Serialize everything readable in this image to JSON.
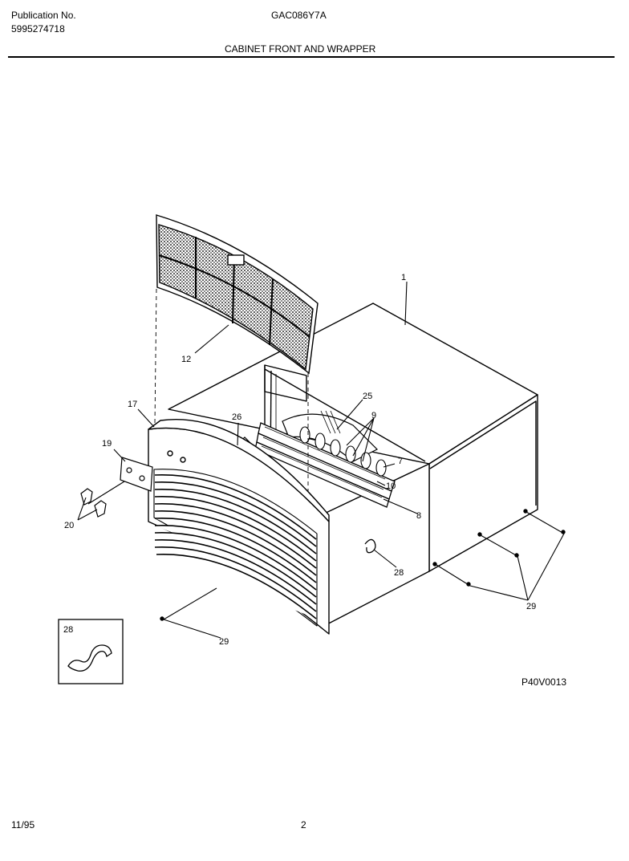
{
  "header": {
    "publication_label": "Publication No.",
    "publication_number": "5995274718",
    "model_number": "GAC086Y7A",
    "section_title": "CABINET FRONT AND WRAPPER"
  },
  "diagram": {
    "callouts": {
      "c1": "1",
      "c7": "7",
      "c8": "8",
      "c9": "9",
      "c10": "10",
      "c12": "12",
      "c17": "17",
      "c19": "19",
      "c20": "20",
      "c25": "25",
      "c26": "26",
      "c28": "28",
      "c28_inset": "28",
      "c29_front": "29",
      "c29_right": "29"
    }
  },
  "footer": {
    "drawing_number": "P40V0013",
    "date": "11/95",
    "page_number": "2"
  }
}
